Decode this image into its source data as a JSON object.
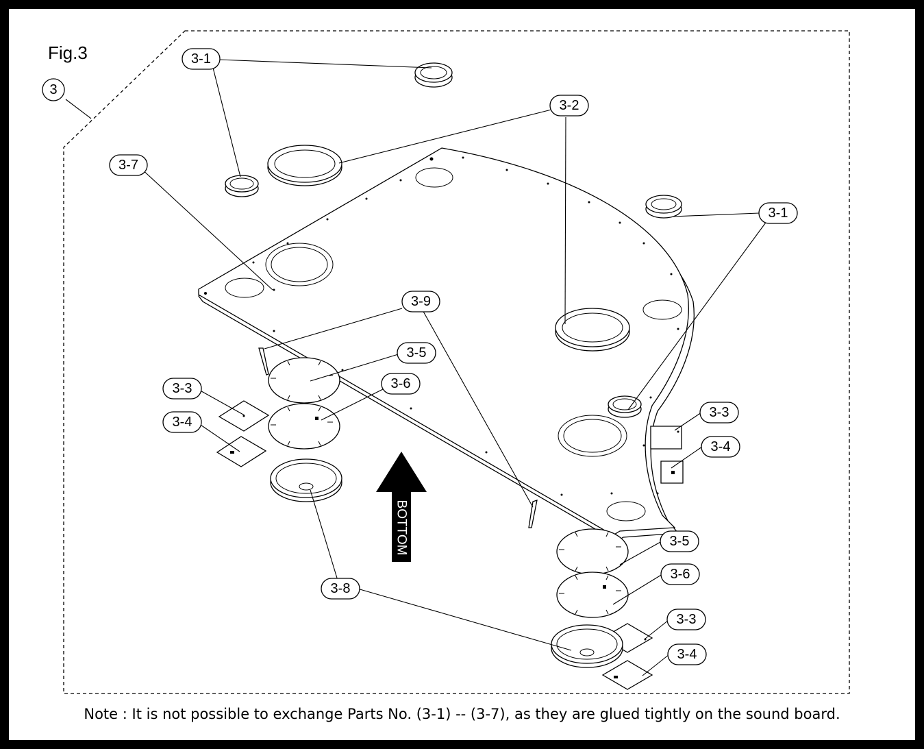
{
  "figure": {
    "title": "Fig.3",
    "group_label": "3",
    "arrow_label": "BOTTOM",
    "note": "Note : It is not possible to exchange Parts No. (3-1) -- (3-7), as they are glued tightly on the sound board."
  },
  "callouts": {
    "c31a": "3-1",
    "c31b": "3-1",
    "c32": "3-2",
    "c37": "3-7",
    "c39": "3-9",
    "c35a": "3-5",
    "c36a": "3-6",
    "c33a": "3-3",
    "c34a": "3-4",
    "c33b": "3-3",
    "c34b": "3-4",
    "c35b": "3-5",
    "c36b": "3-6",
    "c38": "3-8",
    "c33c": "3-3",
    "c34c": "3-4"
  }
}
